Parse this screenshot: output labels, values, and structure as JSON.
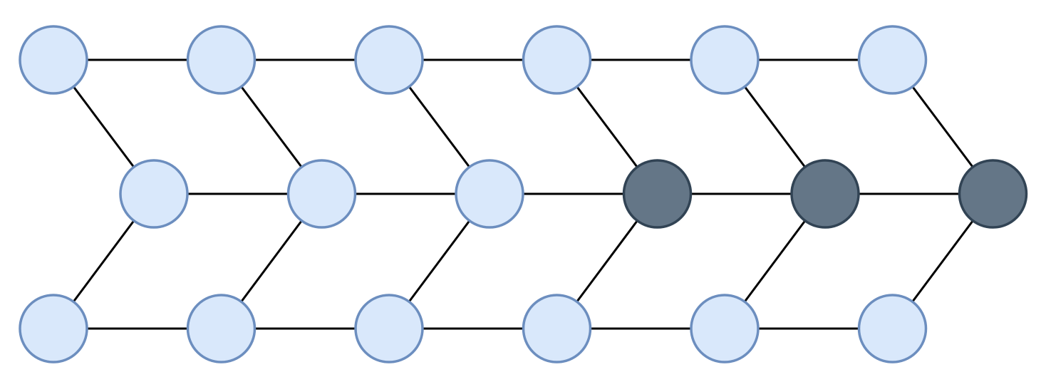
{
  "diagram": {
    "colors": {
      "background": "#ffffff",
      "edge": "#000000",
      "node_light_fill": "#d9e8fb",
      "node_light_stroke": "#6c8ebf",
      "node_dark_fill": "#647687",
      "node_dark_stroke": "#314354"
    },
    "rows": [
      "top",
      "middle",
      "bottom"
    ],
    "columns": 6,
    "nodes": [
      {
        "id": "t1",
        "row": "top",
        "col": 1,
        "shade": "light"
      },
      {
        "id": "t2",
        "row": "top",
        "col": 2,
        "shade": "light"
      },
      {
        "id": "t3",
        "row": "top",
        "col": 3,
        "shade": "light"
      },
      {
        "id": "t4",
        "row": "top",
        "col": 4,
        "shade": "light"
      },
      {
        "id": "t5",
        "row": "top",
        "col": 5,
        "shade": "light"
      },
      {
        "id": "t6",
        "row": "top",
        "col": 6,
        "shade": "light"
      },
      {
        "id": "m1",
        "row": "middle",
        "col": 1,
        "shade": "light"
      },
      {
        "id": "m2",
        "row": "middle",
        "col": 2,
        "shade": "light"
      },
      {
        "id": "m3",
        "row": "middle",
        "col": 3,
        "shade": "light"
      },
      {
        "id": "m4",
        "row": "middle",
        "col": 4,
        "shade": "dark"
      },
      {
        "id": "m5",
        "row": "middle",
        "col": 5,
        "shade": "dark"
      },
      {
        "id": "m6",
        "row": "middle",
        "col": 6,
        "shade": "dark"
      },
      {
        "id": "b1",
        "row": "bottom",
        "col": 1,
        "shade": "light"
      },
      {
        "id": "b2",
        "row": "bottom",
        "col": 2,
        "shade": "light"
      },
      {
        "id": "b3",
        "row": "bottom",
        "col": 3,
        "shade": "light"
      },
      {
        "id": "b4",
        "row": "bottom",
        "col": 4,
        "shade": "light"
      },
      {
        "id": "b5",
        "row": "bottom",
        "col": 5,
        "shade": "light"
      },
      {
        "id": "b6",
        "row": "bottom",
        "col": 6,
        "shade": "light"
      }
    ],
    "edges": [
      [
        "t1",
        "t2"
      ],
      [
        "t2",
        "t3"
      ],
      [
        "t3",
        "t4"
      ],
      [
        "t4",
        "t5"
      ],
      [
        "t5",
        "t6"
      ],
      [
        "m1",
        "m2"
      ],
      [
        "m2",
        "m3"
      ],
      [
        "m3",
        "m4"
      ],
      [
        "m4",
        "m5"
      ],
      [
        "m5",
        "m6"
      ],
      [
        "b1",
        "b2"
      ],
      [
        "b2",
        "b3"
      ],
      [
        "b3",
        "b4"
      ],
      [
        "b4",
        "b5"
      ],
      [
        "b5",
        "b6"
      ],
      [
        "t1",
        "m1"
      ],
      [
        "t2",
        "m2"
      ],
      [
        "t3",
        "m3"
      ],
      [
        "t4",
        "m4"
      ],
      [
        "t5",
        "m5"
      ],
      [
        "t6",
        "m6"
      ],
      [
        "b1",
        "m1"
      ],
      [
        "b2",
        "m2"
      ],
      [
        "b3",
        "m3"
      ],
      [
        "b4",
        "m4"
      ],
      [
        "b5",
        "m5"
      ],
      [
        "b6",
        "m6"
      ]
    ]
  }
}
